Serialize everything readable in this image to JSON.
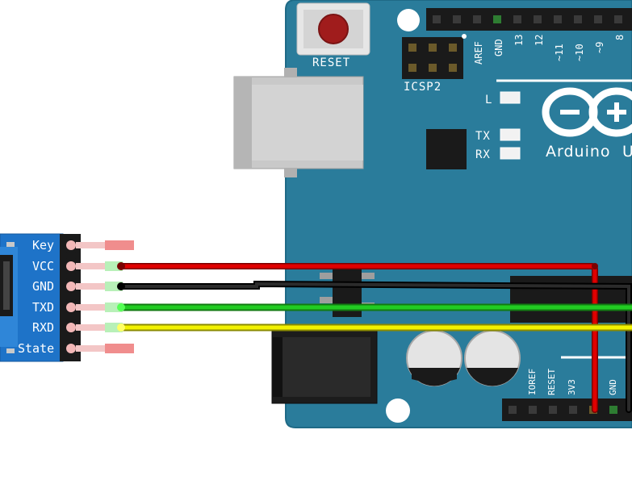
{
  "board": {
    "reset_label": "RESET",
    "icsp_label": "ICSP2",
    "brand": "Arduino",
    "brand_suffix": "U",
    "led_labels": {
      "l": "L",
      "tx": "TX",
      "rx": "RX"
    },
    "top_pins": [
      "AREF",
      "GND",
      "13",
      "12",
      "~11",
      "~10",
      "~9",
      "8"
    ],
    "bottom_pins": [
      "IOREF",
      "RESET",
      "3V3",
      "GND"
    ],
    "colors": {
      "board": "#2a7c9b",
      "board_edge": "#1f6a86"
    }
  },
  "bt_module": {
    "pins": [
      "Key",
      "VCC",
      "GND",
      "TXD",
      "RXD",
      "State"
    ],
    "colors": {
      "pcb": "#1e73c8",
      "header": "#111111"
    }
  },
  "wires": [
    {
      "name": "vcc",
      "color": "#e00000"
    },
    {
      "name": "gnd",
      "color": "#111111"
    },
    {
      "name": "txd",
      "color": "#22cc22"
    },
    {
      "name": "rxd",
      "color": "#f2f200"
    }
  ]
}
